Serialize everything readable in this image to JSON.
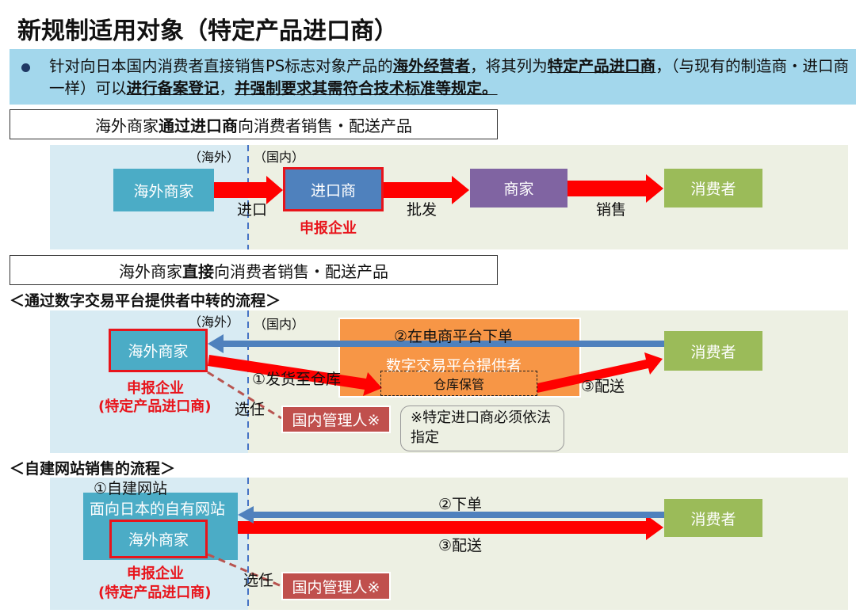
{
  "title": "新规制适用对象（特定产品进口商）",
  "bullet": {
    "p1": "针对向日本国内消费者直接销售PS标志对象产品的",
    "b1": "海外经营者",
    "p2": "，将其列为",
    "b2": "特定产品进口商",
    "p3": "，（与现有的制造商・进口商一样）可以",
    "b3": "进行备案登记",
    "p4": "，",
    "b4": "并强制要求其需符合技术标准等规定。"
  },
  "case1": {
    "header_pre": "海外商家",
    "header_bold": "通过进口商",
    "header_post": "向消费者销售・配送产品",
    "overseas": "（海外）",
    "domestic": "（国内）",
    "merchant": "海外商家",
    "importer": "进口商",
    "retailer": "商家",
    "consumer": "消费者",
    "import": "进口",
    "wholesale": "批发",
    "sell": "销售",
    "declarer": "申报企业"
  },
  "case2": {
    "header_pre": "海外商家",
    "header_bold": "直接",
    "header_post": "向消费者销售・配送产品"
  },
  "flow_platform": {
    "title": "＜通过数字交易平台提供者中转的流程＞",
    "overseas": "（海外）",
    "domestic": "（国内）",
    "merchant": "海外商家",
    "platform": "数字交易平台提供者",
    "order": "②在电商平台下单",
    "ship_wh": "①发货至仓库",
    "warehouse": "仓库保管",
    "deliver": "③配送",
    "consumer": "消费者",
    "declarer": "申报企业",
    "declarer_sub": "(特定产品进口商)",
    "appoint": "选任",
    "manager": "国内管理人※",
    "note": "※特定进口商必须依法指定"
  },
  "flow_site": {
    "title": "＜自建网站销售的流程＞",
    "step1": "①自建网站",
    "site": "面向日本的自有网站",
    "merchant": "海外商家",
    "order": "②下单",
    "deliver": "③配送",
    "consumer": "消费者",
    "declarer": "申报企业",
    "declarer_sub": "(特定产品进口商)",
    "appoint": "选任",
    "manager": "国内管理人※"
  },
  "colors": {
    "teal": "#4bacc6",
    "blue": "#4f81bd",
    "purple": "#8064a2",
    "green": "#9bbb59",
    "red": "#e8141b",
    "orange": "#f79646",
    "manager": "#c0504d"
  }
}
